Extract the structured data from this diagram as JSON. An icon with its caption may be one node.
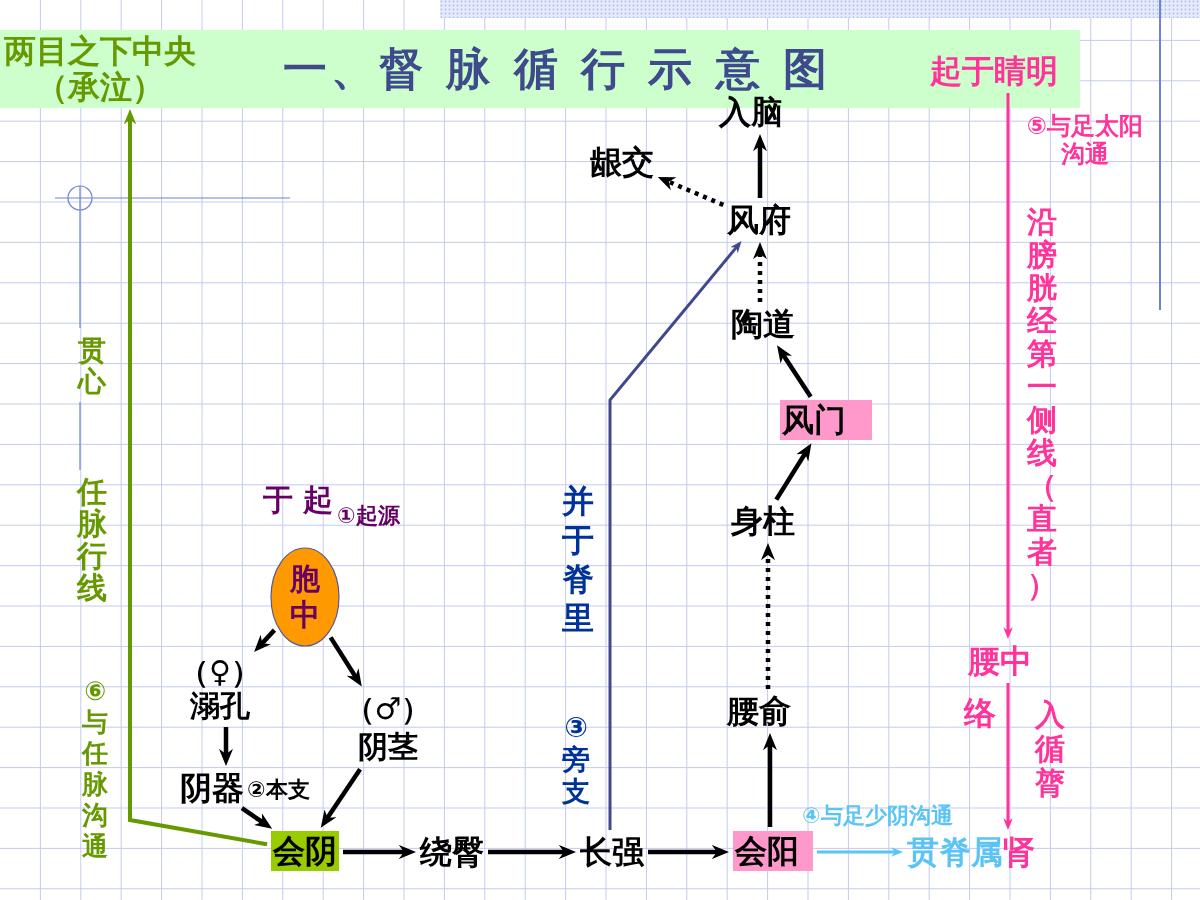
{
  "diagram": {
    "title": "一、督 脉 循 行 示 意 图",
    "nodes": [
      {
        "text": [
          "两目之下中央（承泣）"
        ]
      },
      {
        "text": [
          "起于睛明"
        ]
      },
      {
        "text": [
          "入脑"
        ]
      },
      {
        "text": [
          "龈交"
        ]
      },
      {
        "text": [
          "风府"
        ]
      },
      {
        "text": [
          "陶道"
        ]
      },
      {
        "text": [
          "风门"
        ]
      },
      {
        "text": [
          "身柱"
        ]
      },
      {
        "text": [
          "胞中"
        ]
      },
      {
        "text": [
          "（♀）溺孔"
        ]
      },
      {
        "text": [
          "（♂）阴茎"
        ]
      },
      {
        "text": [
          "腰中"
        ]
      },
      {
        "text": [
          "腰俞"
        ]
      },
      {
        "text": [
          "阴器"
        ]
      },
      {
        "text": [
          "会阴"
        ]
      },
      {
        "text": [
          "绕臀"
        ]
      },
      {
        "text": [
          "长强"
        ]
      },
      {
        "text": [
          "会阳"
        ]
      },
      {
        "text": [
          "贯脊属"
        ]
      },
      {
        "text": [
          "肾"
        ]
      }
    ],
    "edges": [
      {
        "from": 8,
        "to": 9,
        "arrow": "to"
      },
      {
        "from": 8,
        "to": 10,
        "arrow": "to"
      },
      {
        "from": 9,
        "to": 13,
        "arrow": "to"
      },
      {
        "from": 13,
        "to": 14,
        "arrow": "to"
      },
      {
        "from": 10,
        "to": 14,
        "arrow": "to"
      },
      {
        "from": 14,
        "to": 15,
        "arrow": "to"
      },
      {
        "from": 15,
        "to": 16,
        "arrow": "to"
      },
      {
        "from": 16,
        "to": 17,
        "arrow": "to"
      },
      {
        "from": 17,
        "to": 12,
        "arrow": "to"
      },
      {
        "from": 12,
        "to": 7,
        "arrow": "to",
        "style": "dashed"
      },
      {
        "from": 7,
        "to": 6,
        "arrow": "to"
      },
      {
        "from": 6,
        "to": 5,
        "arrow": "to"
      },
      {
        "from": 5,
        "to": 4,
        "arrow": "to",
        "style": "dashed"
      },
      {
        "from": 4,
        "to": 2,
        "arrow": "to"
      },
      {
        "from": 4,
        "to": 3,
        "arrow": "to",
        "style": "dashed"
      },
      {
        "from": 16,
        "to": 4,
        "arrow": "to",
        "color": "#3f4a8c"
      },
      {
        "from": 17,
        "to": 18,
        "arrow": "to",
        "color": "#5bc4f5",
        "label": "④与足少阴沟通"
      },
      {
        "from": 1,
        "to": 11,
        "arrow": "to",
        "color": "#ff3399"
      },
      {
        "from": 11,
        "to": 19,
        "arrow": "to",
        "color": "#ff3399"
      },
      {
        "from": 14,
        "to": 0,
        "arrow": "to",
        "color": "#669900"
      }
    ],
    "labels": [
      "⑤与足太阳沟通",
      "沿膀胱经第一侧线（直者）",
      "贯心",
      "于 起",
      "①起源",
      "任脉行线",
      "并于脊里",
      "⑥与任脉沟通",
      "络",
      "入循膂",
      "③旁支",
      "②本支"
    ]
  }
}
